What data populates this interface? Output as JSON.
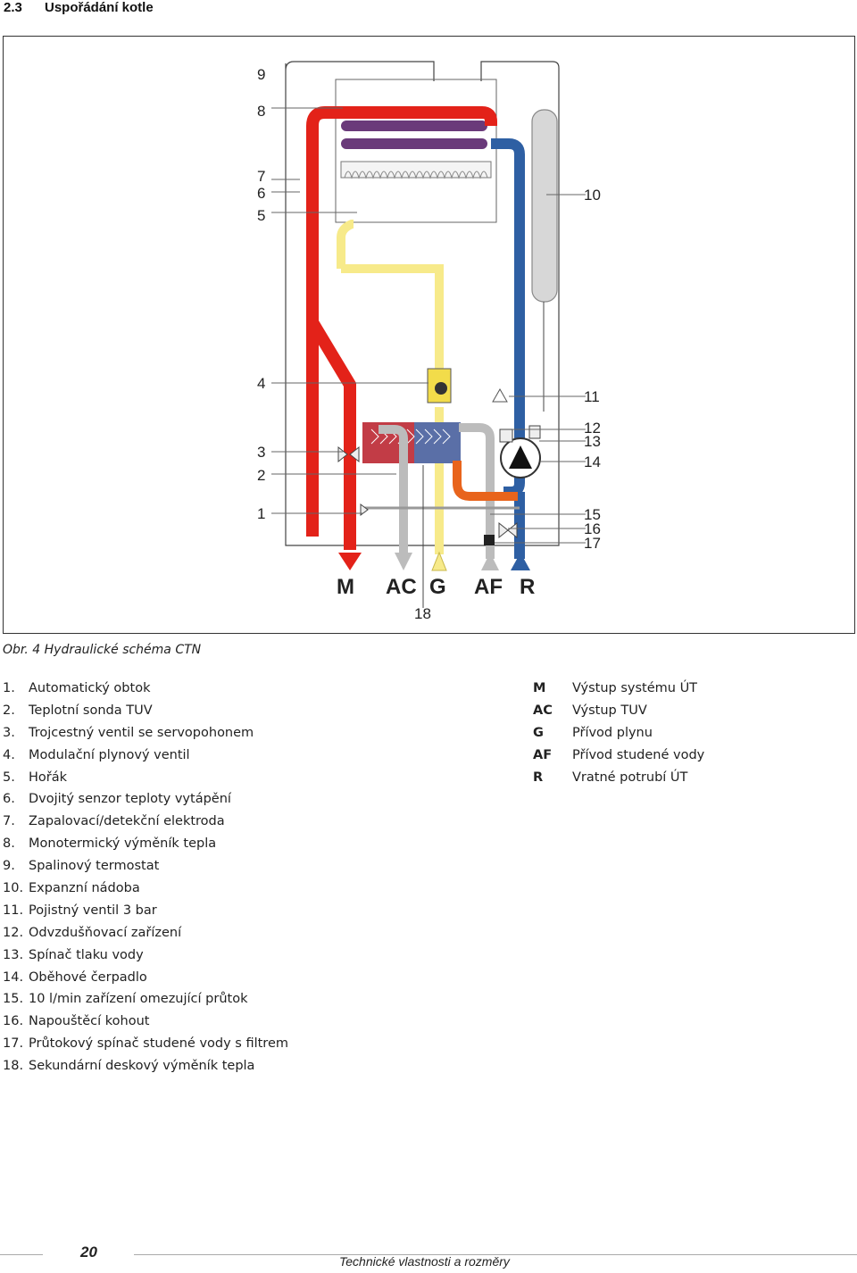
{
  "section": {
    "number": "2.3",
    "title": "Uspořádání kotle"
  },
  "diagram": {
    "labels_left": [
      "9",
      "8",
      "7",
      "6",
      "5",
      "4",
      "3",
      "2",
      "1"
    ],
    "labels_right": [
      "10",
      "11",
      "12",
      "13",
      "14",
      "15",
      "16",
      "17"
    ],
    "label_bottom": "18",
    "connections": [
      "M",
      "AC",
      "G",
      "AF",
      "R"
    ],
    "colors": {
      "heating_flow": "#e32219",
      "heating_return": "#2e5fa3",
      "gas": "#f7ea8a",
      "dhw": "#bcbcbc",
      "hot_mix": "#e8641c"
    }
  },
  "caption": "Obr. 4 Hydraulické schéma CTN",
  "legend": [
    {
      "num": "1.",
      "text": "Automatický obtok"
    },
    {
      "num": "2.",
      "text": "Teplotní sonda TUV"
    },
    {
      "num": "3.",
      "text": "Trojcestný ventil se servopohonem"
    },
    {
      "num": "4.",
      "text": "Modulační plynový ventil"
    },
    {
      "num": "5.",
      "text": "Hořák"
    },
    {
      "num": "6.",
      "text": "Dvojitý senzor teploty vytápění"
    },
    {
      "num": "7.",
      "text": "Zapalovací/detekční elektroda"
    },
    {
      "num": "8.",
      "text": "Monotermický výměník tepla"
    },
    {
      "num": "9.",
      "text": "Spalinový termostat"
    },
    {
      "num": "10.",
      "text": "Expanzní nádoba"
    },
    {
      "num": "11.",
      "text": "Pojistný ventil 3 bar"
    },
    {
      "num": "12.",
      "text": "Odvzdušňovací zařízení"
    },
    {
      "num": "13.",
      "text": "Spínač tlaku vody"
    },
    {
      "num": "14.",
      "text": "Oběhové čerpadlo"
    },
    {
      "num": "15.",
      "text": "10 l/min zařízení omezující průtok"
    },
    {
      "num": "16.",
      "text": "Napouštěcí kohout"
    },
    {
      "num": "17.",
      "text": "Průtokový spínač studené vody s filtrem"
    },
    {
      "num": "18.",
      "text": "Sekundární deskový výměník tepla"
    }
  ],
  "codes": [
    {
      "code": "M",
      "text": "Výstup systému ÚT"
    },
    {
      "code": "AC",
      "text": "Výstup TUV"
    },
    {
      "code": "G",
      "text": "Přívod plynu"
    },
    {
      "code": "AF",
      "text": "Přívod studené vody"
    },
    {
      "code": "R",
      "text": "Vratné potrubí ÚT"
    }
  ],
  "footer": {
    "page": "20",
    "title": "Technické vlastnosti a rozměry"
  }
}
